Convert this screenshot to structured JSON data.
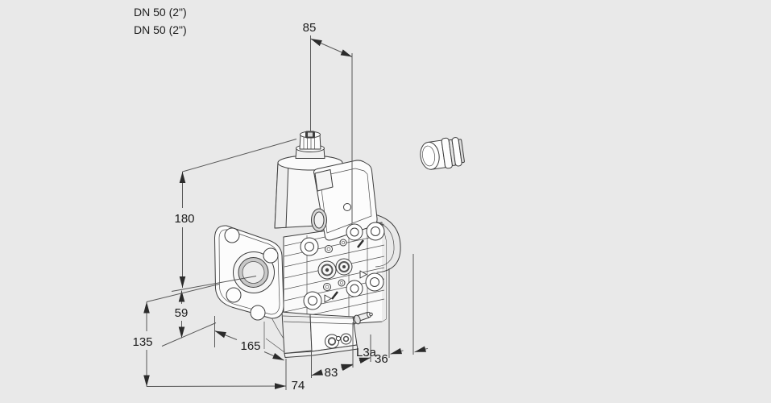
{
  "drawing": {
    "product_labels": {
      "line1": "DN 50 (2\")",
      "line2": "DN 50 (2\")"
    },
    "dimensions": {
      "d85": "85",
      "d180": "180",
      "d59": "59",
      "d135": "135",
      "d165": "165",
      "d74": "74",
      "d83": "83",
      "dL3a": "L3a",
      "d36": "36"
    },
    "colors": {
      "background": "#e9e9e9",
      "outline": "#3e3e3e",
      "dimension_line": "#585858",
      "arrow": "#2b2b2b",
      "text": "#1c1c1c",
      "face_light": "#fbfbfb",
      "face_shade": "#ececec"
    }
  }
}
